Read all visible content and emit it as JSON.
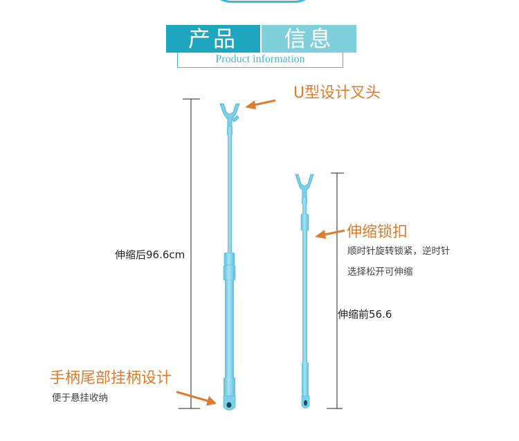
{
  "header": {
    "title_left": "产品",
    "title_right": "信息",
    "subtitle": "Product information"
  },
  "annotations": {
    "fork_head": "U型设计叉头",
    "length_extended": "伸缩后96.6cm",
    "lock": {
      "title": "伸缩锁扣",
      "line1": "顺时针旋转锁紧，逆时针",
      "line2": "选择松开可伸缩"
    },
    "length_retracted": "伸缩前56.6",
    "handle": {
      "title": "手柄尾部挂柄设计",
      "note": "便于悬挂收纳"
    }
  },
  "colors": {
    "header_dark": "#1ea6be",
    "header_light": "#7fd0da",
    "pole": "#7cd1ea",
    "pole_dark": "#4fb6d6",
    "accent": "#e07b2c"
  }
}
